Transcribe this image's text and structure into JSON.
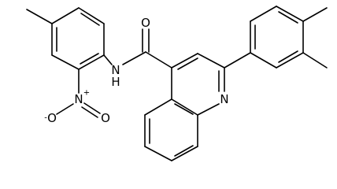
{
  "molecule": {
    "labels": {
      "amide_oxygen": "O",
      "amide_nitrogen": "N",
      "amide_hydrogen": "H",
      "ring_nitrogen": "N",
      "nitro_nitrogen": "N",
      "nitro_plus": "+",
      "nitro_oxygen_left": "O",
      "nitro_oxygen_left_charge": "-",
      "nitro_oxygen_right": "O"
    }
  }
}
